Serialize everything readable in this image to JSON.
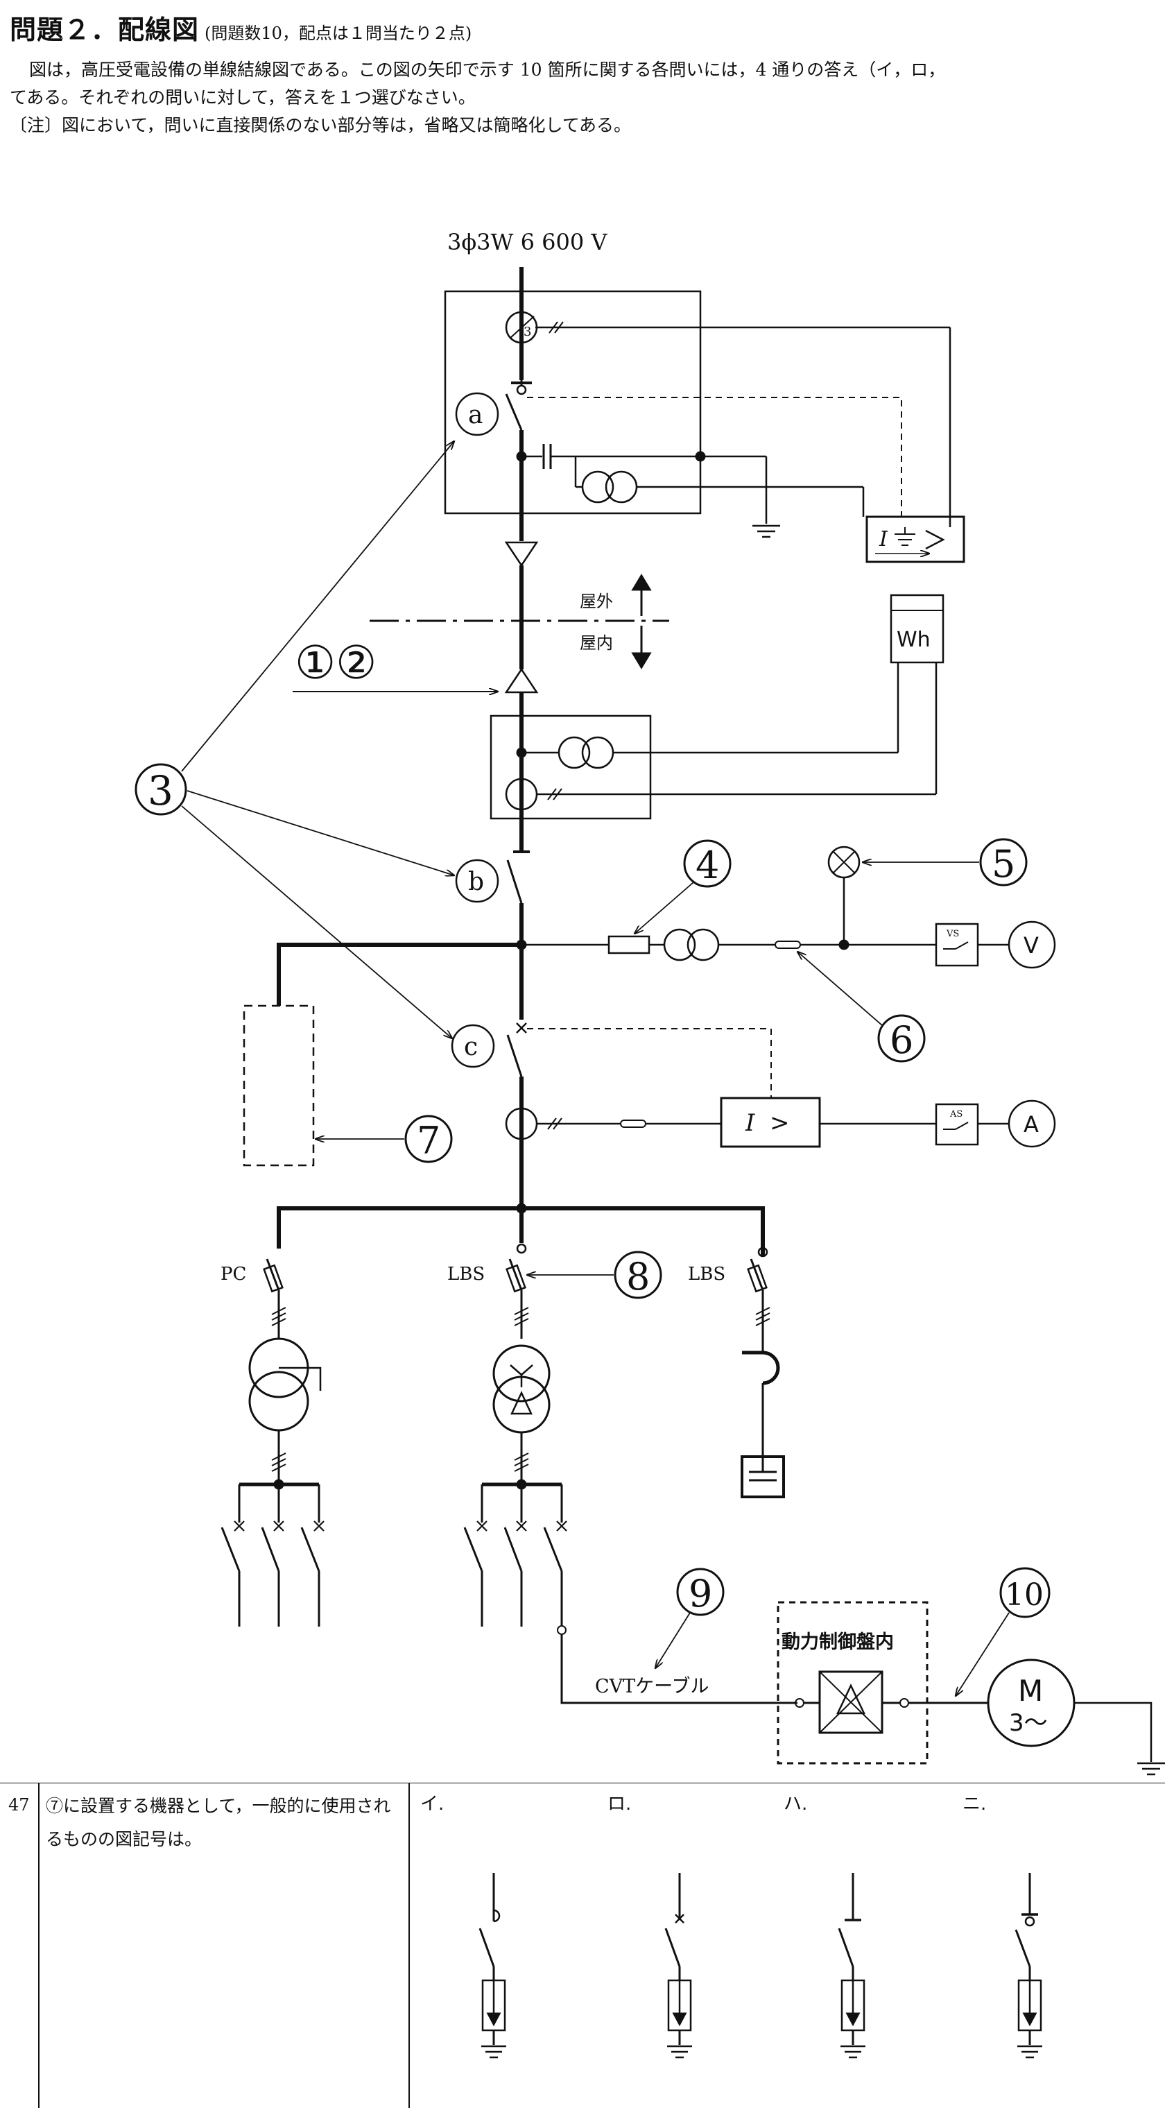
{
  "header": {
    "title": "問題２．配線図",
    "title_note": "(問題数10，配点は１問当たり２点)",
    "intro_line1": "図は，高圧受電設備の単線結線図である。この図の矢印で示す 10 箇所に関する各問いには，4 通りの答え（イ，ロ，",
    "intro_line2": "てある。それぞれの問いに対して，答えを１つ選びなさい。",
    "note": "〔注〕図において，問いに直接関係のない部分等は，省略又は簡略化してある。"
  },
  "diagram": {
    "supply_label": "3ϕ3W  6 600 V",
    "ct_ratio_mark": "3",
    "outdoor_label": "屋外",
    "indoor_label": "屋内",
    "wh_label": "Wh",
    "relay_ground_label": "I",
    "relay_oc_label": "I  >",
    "vs_label": "VS",
    "as_label": "AS",
    "voltmeter_label": "V",
    "ammeter_label": "A",
    "pc_label": "PC",
    "lbs_label_1": "LBS",
    "lbs_label_2": "LBS",
    "cable_label": "CVTケーブル",
    "panel_label": "動力制御盤内",
    "motor_label_m": "M",
    "motor_label_3": "3〜",
    "callouts": {
      "a": "a",
      "b": "b",
      "c": "c",
      "n12": "①②",
      "n3": "3",
      "n4": "4",
      "n5": "5",
      "n6": "6",
      "n7": "7",
      "n8": "8",
      "n9": "9",
      "n10": "10"
    }
  },
  "question47": {
    "number": "47",
    "text": "⑦に設置する機器として，一般的に使用されるものの図記号は。",
    "options": [
      {
        "label": "イ."
      },
      {
        "label": "ロ."
      },
      {
        "label": "ハ."
      },
      {
        "label": "ニ."
      }
    ]
  }
}
